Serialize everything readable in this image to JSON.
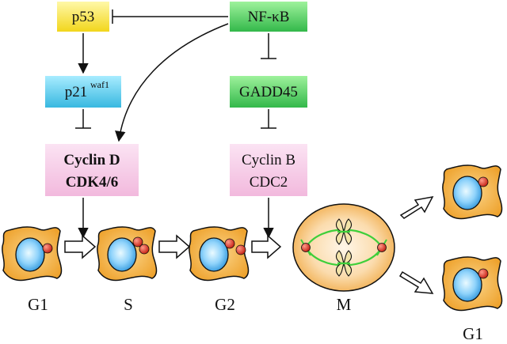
{
  "colors": {
    "yellow_box": "#f4e23a",
    "cyan_box": "#58c8e8",
    "green_box": "#4cc85a",
    "pink_box": "#f6c7e6",
    "cell_body": "#f2b23b",
    "nucleus": "#59b5ee",
    "centrosome": "#e13a26",
    "spindle": "#3ecf3a",
    "mitotic_cell": "#f3b659"
  },
  "nodes": {
    "p53": "p53",
    "p21": "p21",
    "p21_sup": "waf1",
    "nfkb": "NF-κB",
    "gadd45": "GADD45",
    "cyclin_d": "Cyclin D",
    "cdk46": "CDK4/6",
    "cyclin_b": "Cyclin B",
    "cdc2": "CDC2"
  },
  "phases": {
    "g1": "G1",
    "s": "S",
    "g2": "G2",
    "m": "M",
    "g1_daughter": "G1"
  }
}
